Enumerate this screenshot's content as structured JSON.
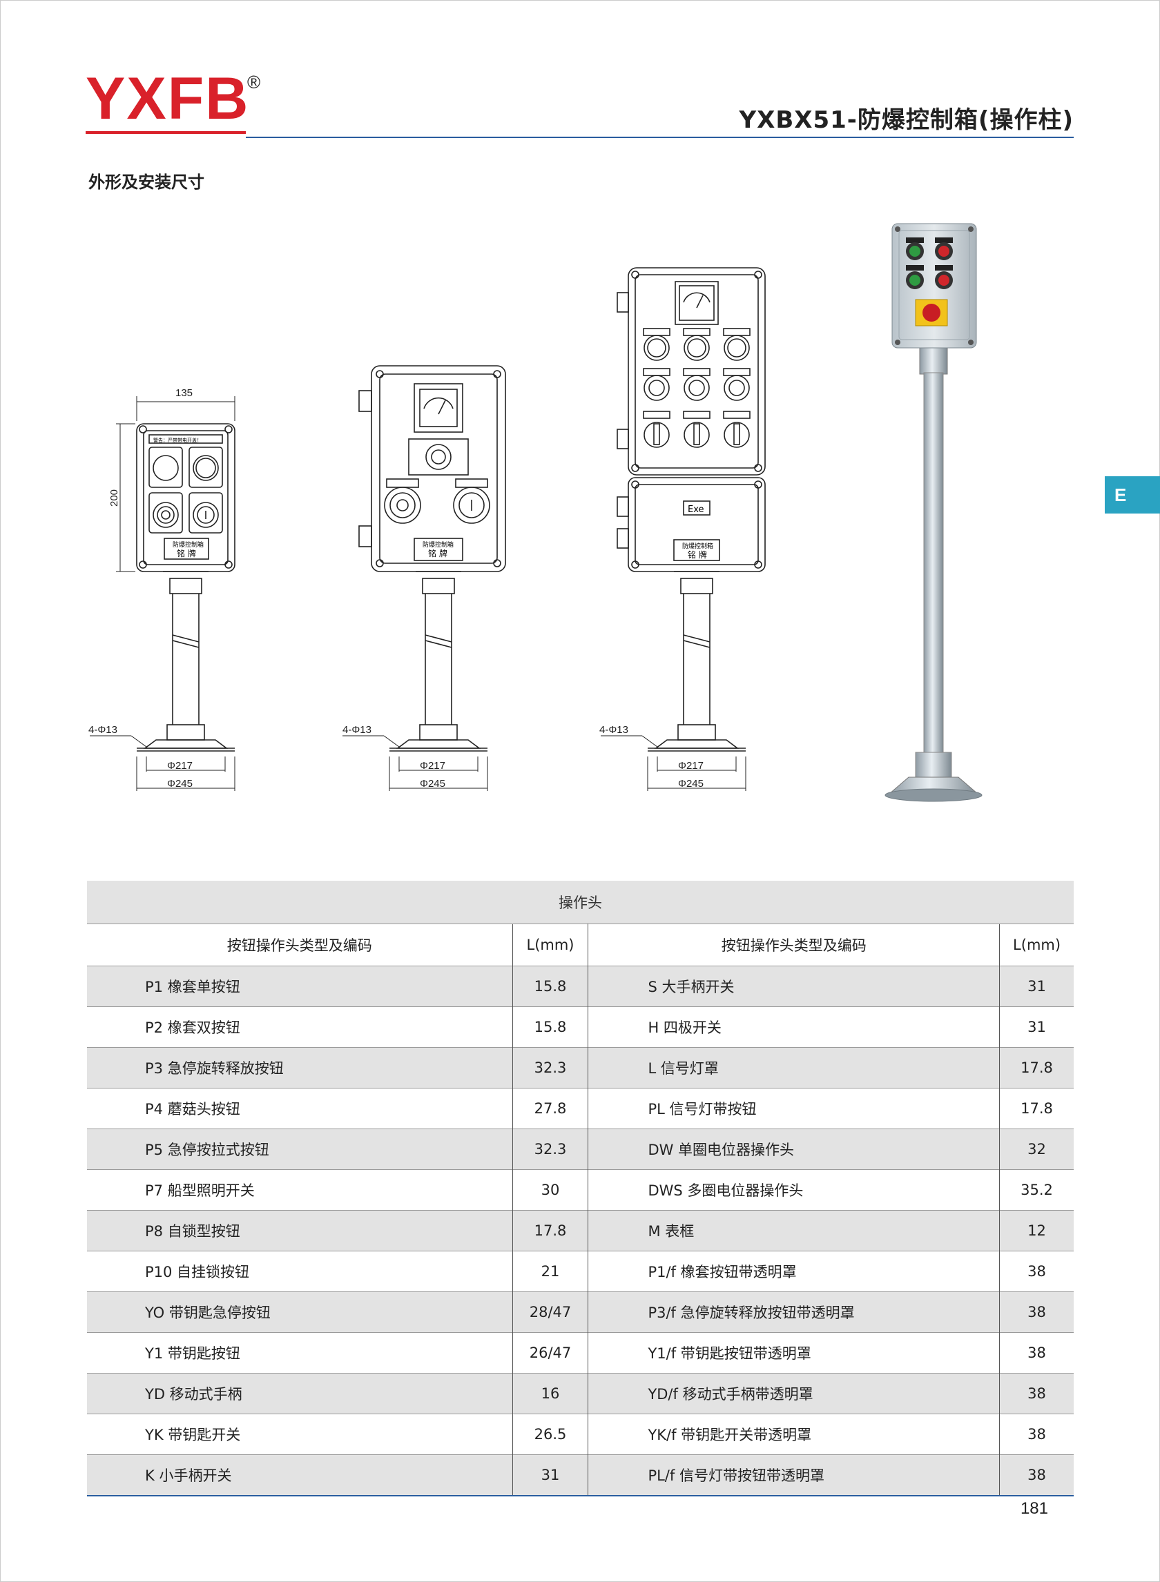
{
  "brand": {
    "name": "YXFB",
    "mark": "®",
    "color": "#d9212a"
  },
  "doc_title": "YXBX51-防爆控制箱(操作柱)",
  "section_title": "外形及安装尺寸",
  "side_tab": "E",
  "drawings": {
    "width_label": "135",
    "height_label": "200",
    "hole_label": "4-Φ13",
    "dia_inner": "Φ217",
    "dia_outer": "Φ245",
    "nameplate_small": "防爆控制箱",
    "nameplate_big": "铭 牌",
    "warning_label": "警告：严禁带电开盖！",
    "exe_label": "Exe"
  },
  "table": {
    "header": "操作头",
    "col_name": "按钮操作头类型及编码",
    "col_len": "L(mm)",
    "rows": [
      [
        "P1 橡套单按钮",
        "15.8",
        "S 大手柄开关",
        "31"
      ],
      [
        "P2 橡套双按钮",
        "15.8",
        "H 四极开关",
        "31"
      ],
      [
        "P3 急停旋转释放按钮",
        "32.3",
        "L 信号灯罩",
        "17.8"
      ],
      [
        "P4 蘑菇头按钮",
        "27.8",
        "PL 信号灯带按钮",
        "17.8"
      ],
      [
        "P5 急停按拉式按钮",
        "32.3",
        "DW 单圈电位器操作头",
        "32"
      ],
      [
        "P7 船型照明开关",
        "30",
        "DWS 多圈电位器操作头",
        "35.2"
      ],
      [
        "P8 自锁型按钮",
        "17.8",
        "M 表框",
        "12"
      ],
      [
        "P10 自挂锁按钮",
        "21",
        "P1/f 橡套按钮带透明罩",
        "38"
      ],
      [
        "YO 带钥匙急停按钮",
        "28/47",
        "P3/f 急停旋转释放按钮带透明罩",
        "38"
      ],
      [
        "Y1 带钥匙按钮",
        "26/47",
        "Y1/f 带钥匙按钮带透明罩",
        "38"
      ],
      [
        "YD 移动式手柄",
        "16",
        "YD/f 移动式手柄带透明罩",
        "38"
      ],
      [
        "YK 带钥匙开关",
        "26.5",
        "YK/f 带钥匙开关带透明罩",
        "38"
      ],
      [
        "K 小手柄开关",
        "31",
        "PL/f 信号灯带按钮带透明罩",
        "38"
      ]
    ]
  },
  "page_number": "181"
}
